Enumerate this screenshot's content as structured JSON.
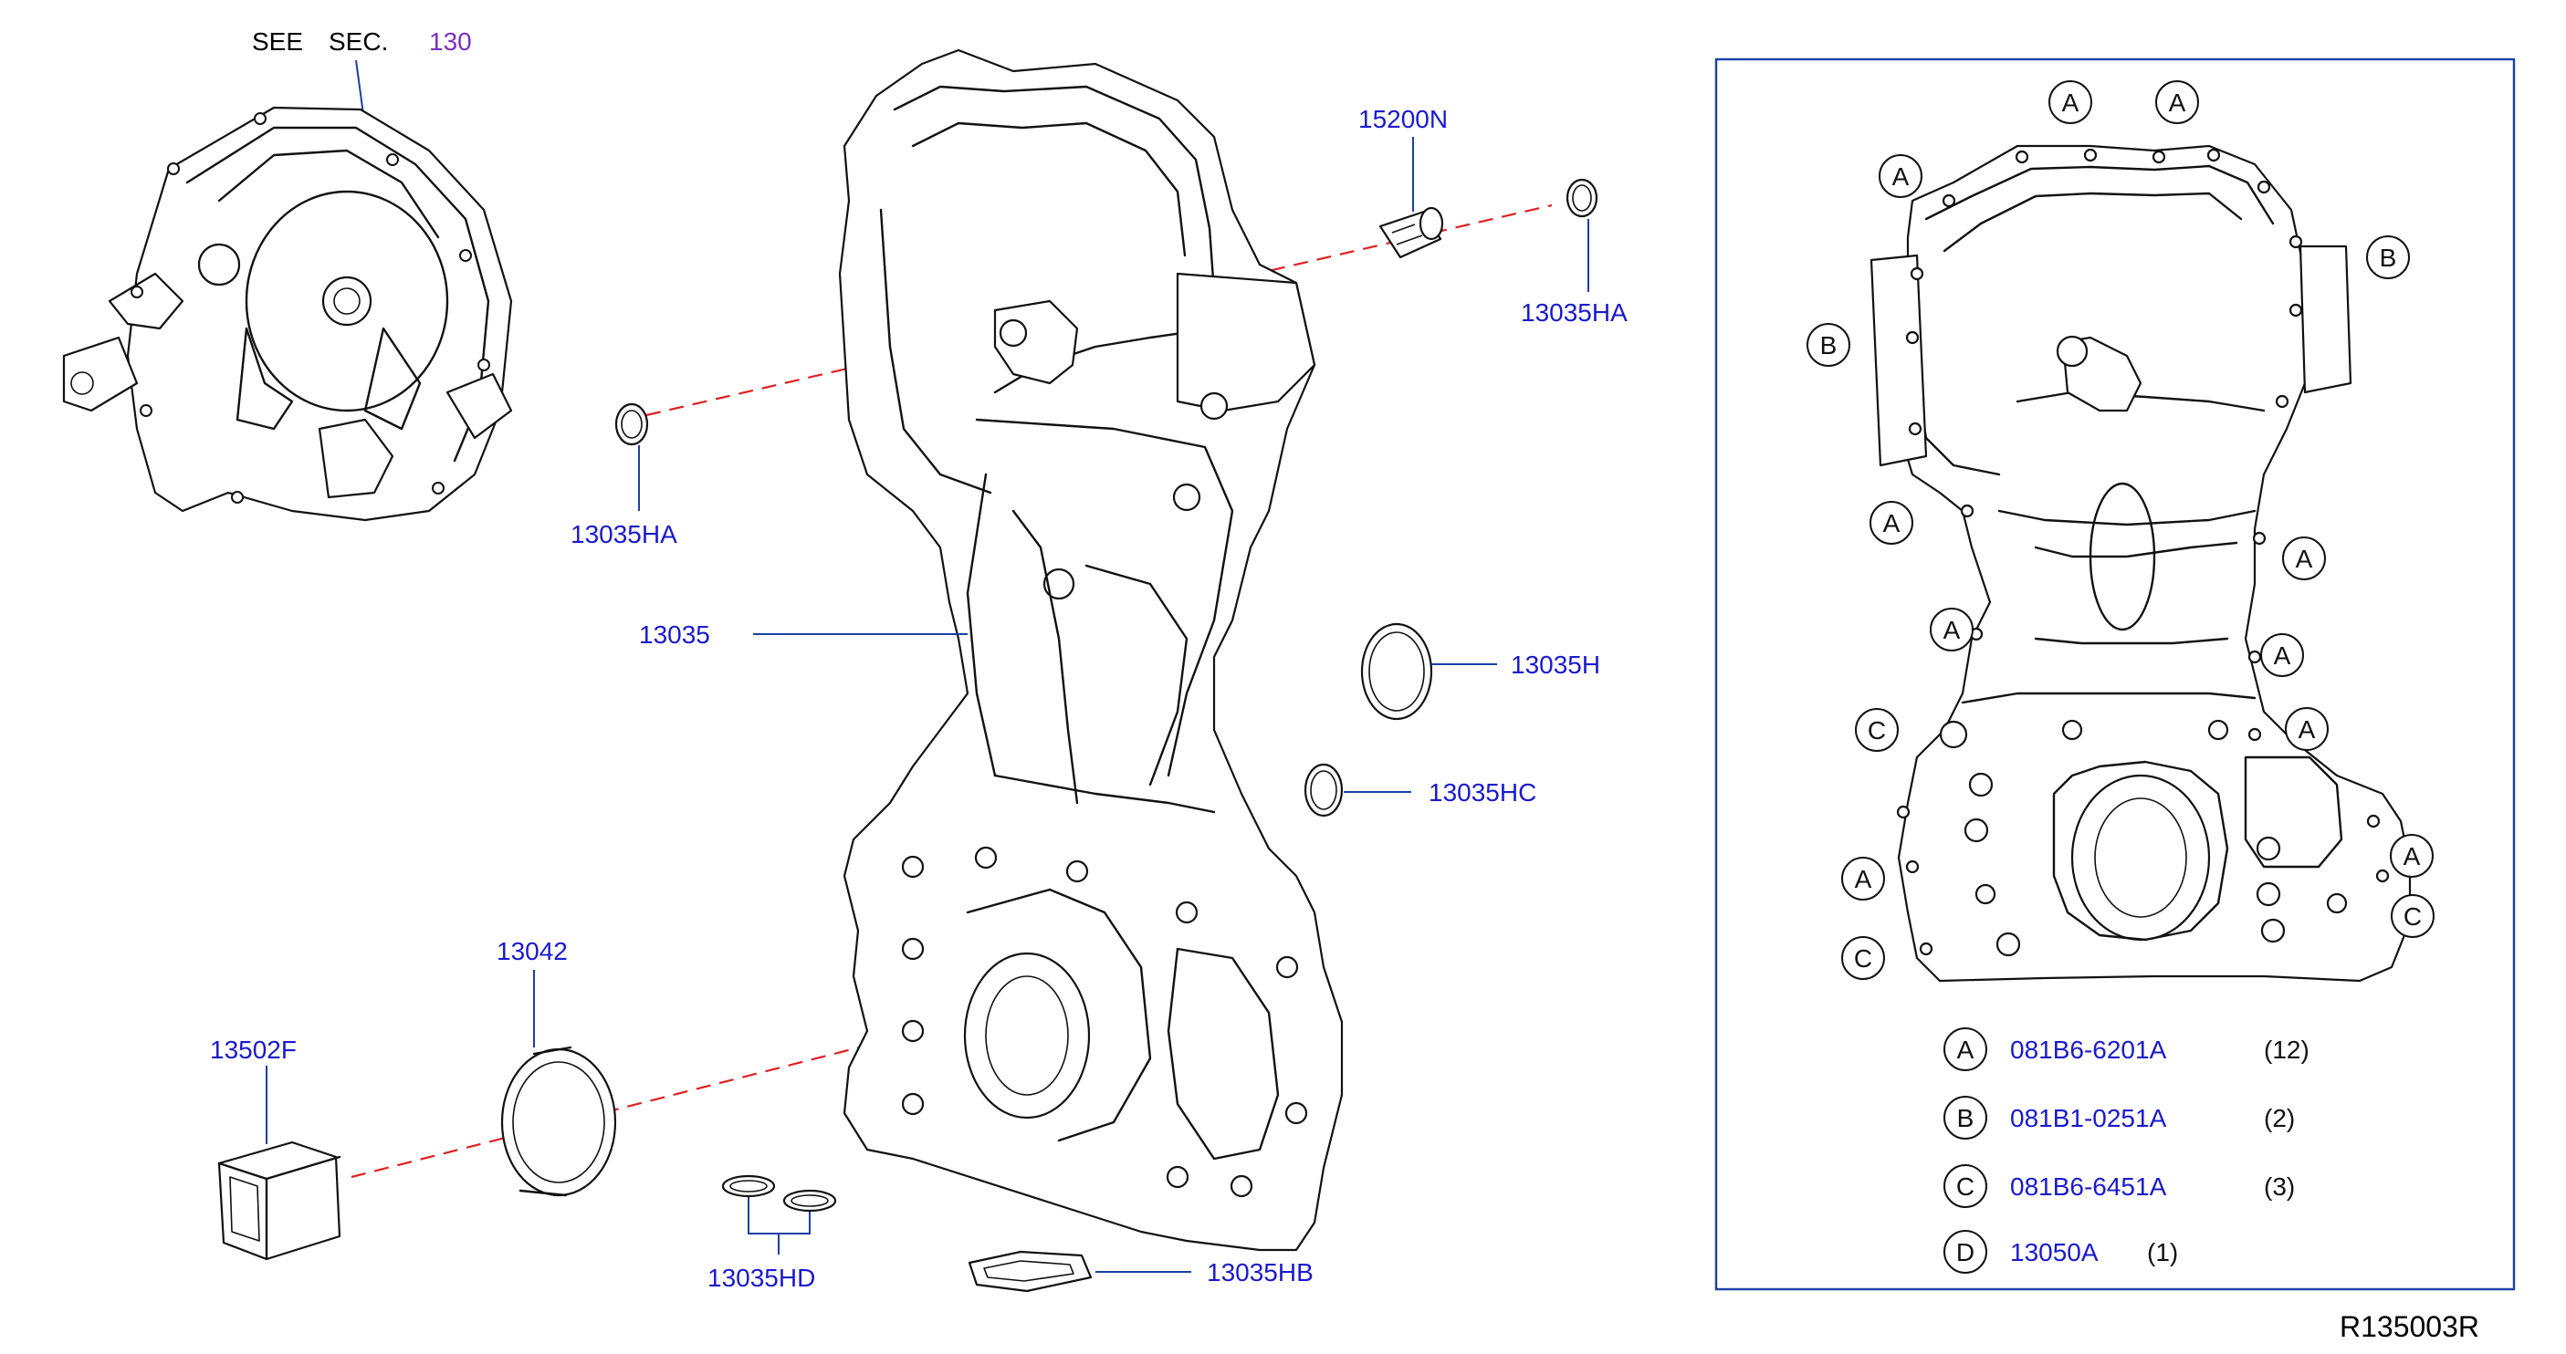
{
  "see_section": {
    "see": "SEE",
    "sec": "SEC.",
    "number": "130"
  },
  "parts": {
    "p15200N": "15200N",
    "p13035HA_right": "13035HA",
    "p13035HA_left": "13035HA",
    "p13035": "13035",
    "p13035H": "13035H",
    "p13035HC": "13035HC",
    "p13042": "13042",
    "p13502F": "13502F",
    "p13035HD": "13035HD",
    "p13035HB": "13035HB"
  },
  "bolt_markers": {
    "A": "A",
    "B": "B",
    "C": "C",
    "D": "D"
  },
  "legend": [
    {
      "marker": "A",
      "part": "081B6-6201A",
      "qty": "(12)"
    },
    {
      "marker": "B",
      "part": "081B1-0251A",
      "qty": "(2)"
    },
    {
      "marker": "C",
      "part": "081B6-6451A",
      "qty": "(3)"
    },
    {
      "marker": "D",
      "part": "13050A",
      "qty": "(1)"
    }
  ],
  "diagram_code": "R135003R",
  "colors": {
    "part_number": "#1a1acc",
    "leader": "#1a3fa8",
    "dashed_axis": "#e02020",
    "section_ref": "#7b2fbf"
  }
}
